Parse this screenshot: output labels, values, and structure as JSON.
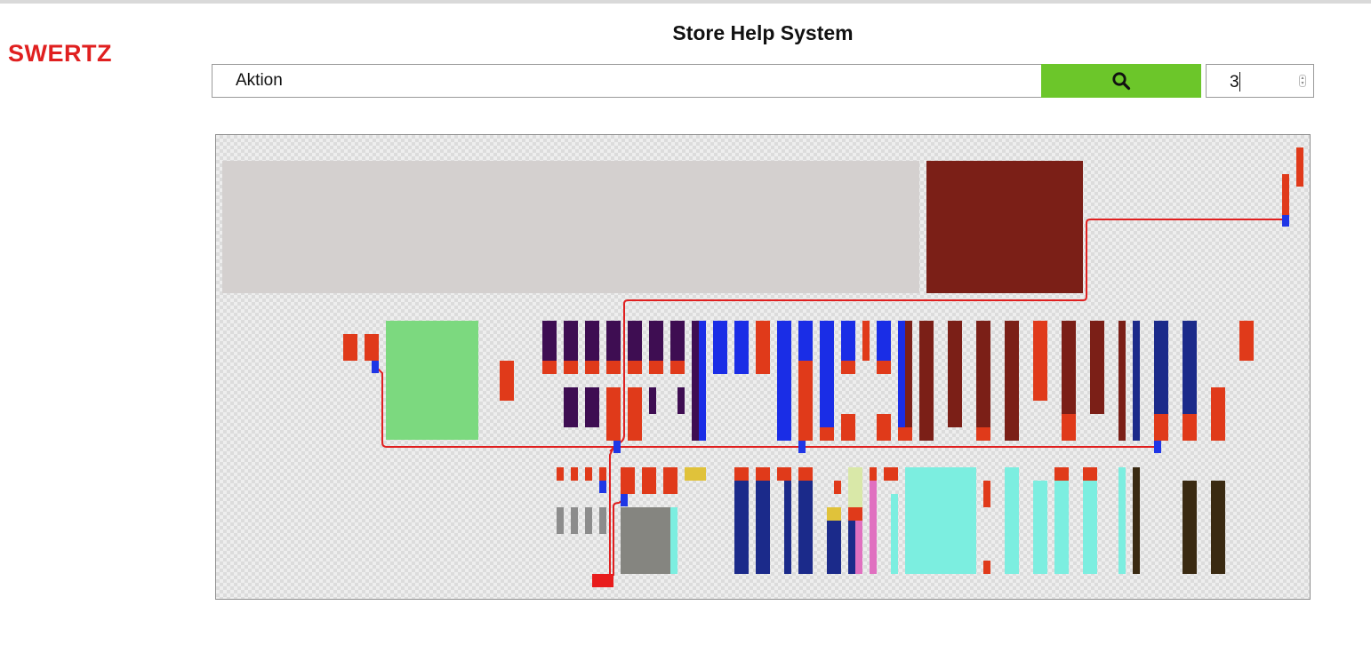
{
  "header": {
    "brand": "SWERTZ",
    "title": "Store Help System"
  },
  "search": {
    "query": "Aktion",
    "button_icon": "search-icon",
    "result_count": "3"
  },
  "colors": {
    "brand": "#e02020",
    "search_button": "#6cc62a",
    "route_line": "#e02020",
    "route_marker": "#1f36e6",
    "destination": "#e81c1c"
  },
  "store_map": {
    "description_label": "store floor plan with highlighted route",
    "route_count": 3
  }
}
